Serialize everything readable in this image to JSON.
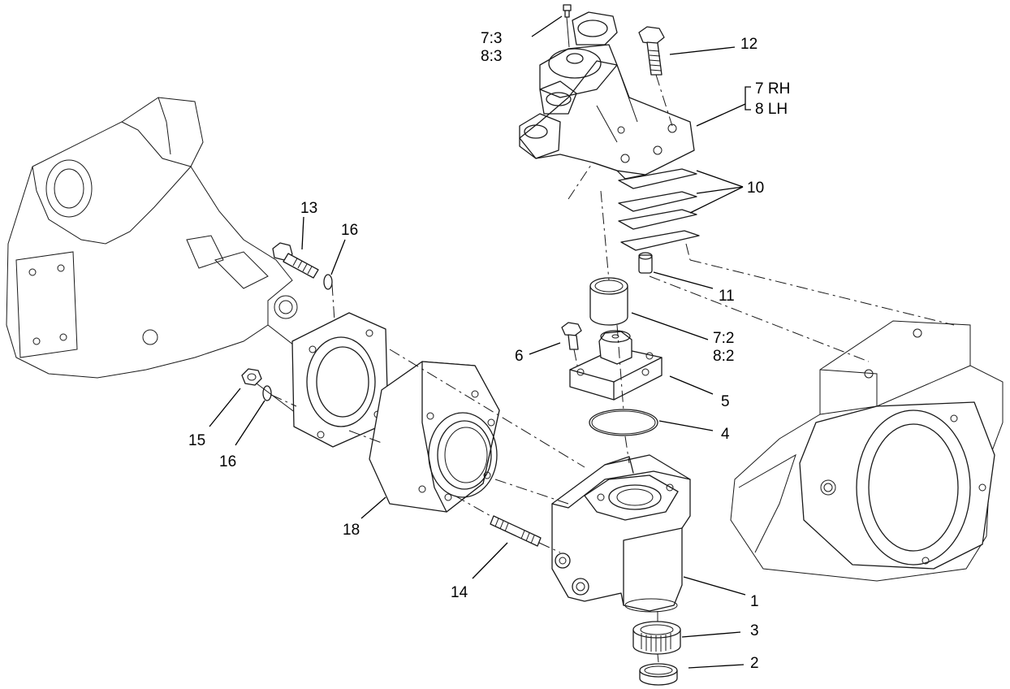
{
  "callouts": {
    "c1": "1",
    "c2": "2",
    "c3": "3",
    "c4": "4",
    "c5": "5",
    "c6": "6",
    "c7_2": "7:2",
    "c8_2": "8:2",
    "c7_3": "7:3",
    "c8_3": "8:3",
    "c7rh": "7 RH",
    "c8lh": "8 LH",
    "c10": "10",
    "c11": "11",
    "c12": "12",
    "c13": "13",
    "c14": "14",
    "c15": "15",
    "c16a": "16",
    "c16b": "16",
    "c18": "18"
  }
}
